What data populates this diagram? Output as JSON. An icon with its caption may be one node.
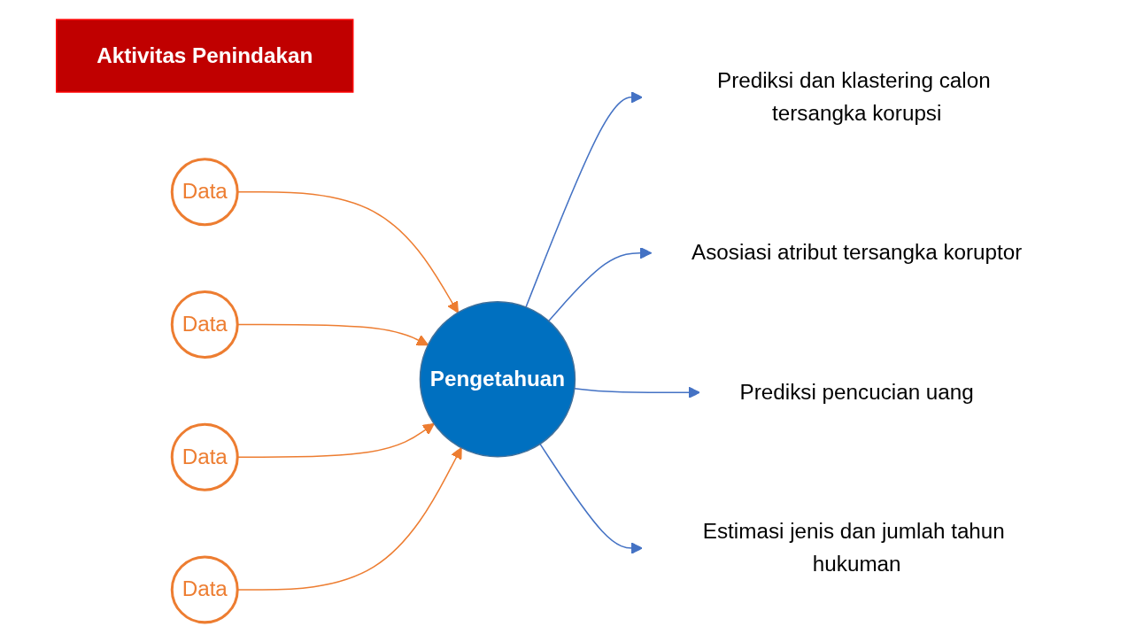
{
  "diagram": {
    "nodes": [
      {
        "text": [
          "Aktivitas Penindakan"
        ]
      },
      {
        "text": [
          "Data"
        ]
      },
      {
        "text": [
          "Data"
        ]
      },
      {
        "text": [
          "Data"
        ]
      },
      {
        "text": [
          "Data"
        ]
      },
      {
        "text": [
          "Pengetahuan"
        ]
      },
      {
        "text": [
          "Prediksi dan klastering calon tersangka korupsi"
        ]
      },
      {
        "text": [
          "Asosiasi atribut tersangka koruptor"
        ]
      },
      {
        "text": [
          "Prediksi pencucian uang"
        ]
      },
      {
        "text": [
          "Estimasi jenis dan jumlah tahun hukuman"
        ]
      }
    ],
    "edges": [
      {
        "from": 1,
        "to": 5,
        "arrow": "to",
        "color": "#ed7d31"
      },
      {
        "from": 2,
        "to": 5,
        "arrow": "to",
        "color": "#ed7d31"
      },
      {
        "from": 3,
        "to": 5,
        "arrow": "to",
        "color": "#ed7d31"
      },
      {
        "from": 4,
        "to": 5,
        "arrow": "to",
        "color": "#ed7d31"
      },
      {
        "from": 5,
        "to": 6,
        "arrow": "to",
        "color": "#4472c4"
      },
      {
        "from": 5,
        "to": 7,
        "arrow": "to",
        "color": "#4472c4"
      },
      {
        "from": 5,
        "to": 8,
        "arrow": "to",
        "color": "#4472c4"
      },
      {
        "from": 5,
        "to": 9,
        "arrow": "to",
        "color": "#4472c4"
      }
    ]
  }
}
